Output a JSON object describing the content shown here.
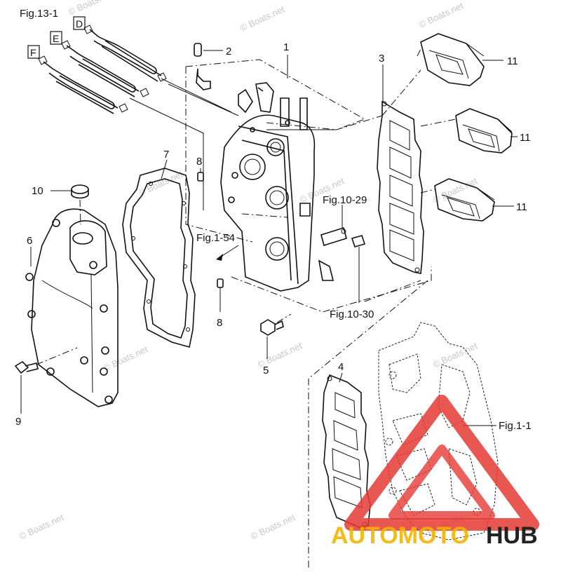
{
  "figure_id": "Fig.13-1",
  "watermark_text": "© Boats.net",
  "hose_labels": [
    "D",
    "E",
    "F"
  ],
  "callouts": {
    "c1": "1",
    "c2": "2",
    "c3": "3",
    "c4": "4",
    "c5": "5",
    "c6": "6",
    "c7": "7",
    "c8a": "8",
    "c8b": "8",
    "c9": "9",
    "c10": "10",
    "c11a": "11",
    "c11b": "11",
    "c11c": "11"
  },
  "references": {
    "fig_1_54": "Fig.1-54",
    "fig_10_29": "Fig.10-29",
    "fig_10_30": "Fig.10-30",
    "fig_1_1": "Fig.1-1"
  },
  "logo": {
    "text_auto": "AUTOMOTO",
    "text_hub": "HUB",
    "color_primary": "#e53935",
    "color_accent": "#f4b400",
    "color_dark": "#222222"
  },
  "colors": {
    "line": "#111111",
    "watermark": "#c8c8c8"
  }
}
